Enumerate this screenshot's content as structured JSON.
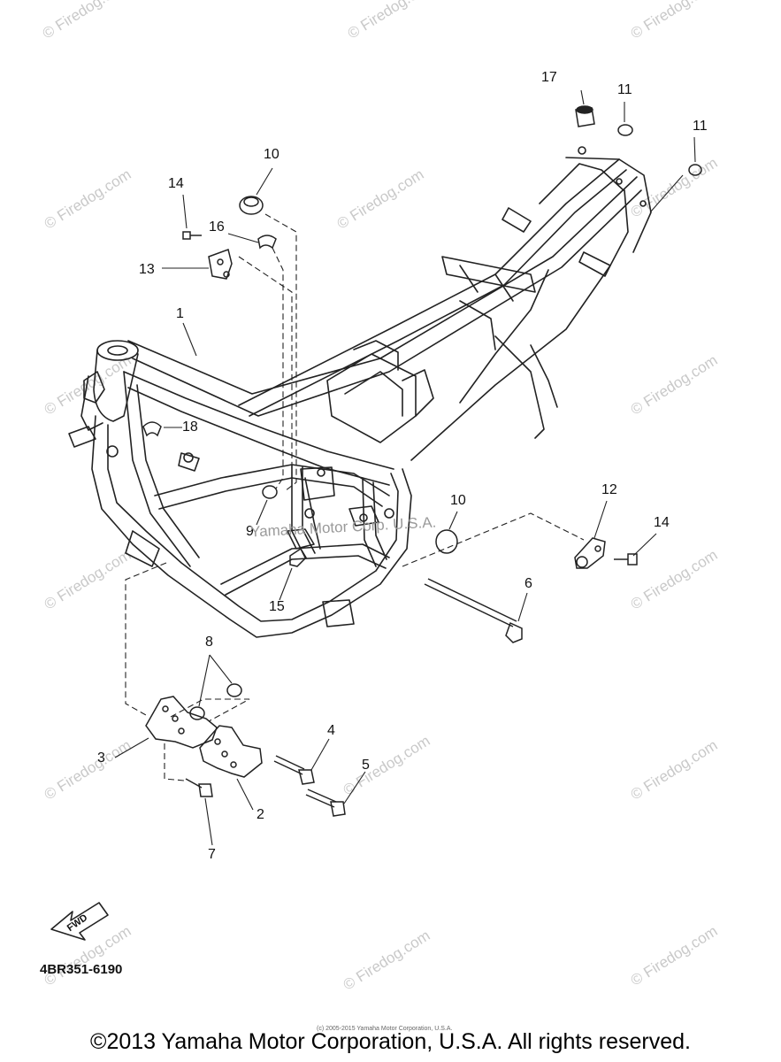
{
  "watermark_text": "© Firedog.com",
  "center_watermark": "Yamaha Motor Corp. U.S.A.",
  "callouts": [
    {
      "id": "17",
      "label": "17"
    },
    {
      "id": "11a",
      "label": "11"
    },
    {
      "id": "11b",
      "label": "11"
    },
    {
      "id": "10a",
      "label": "10"
    },
    {
      "id": "14a",
      "label": "14"
    },
    {
      "id": "16",
      "label": "16"
    },
    {
      "id": "13",
      "label": "13"
    },
    {
      "id": "1",
      "label": "1"
    },
    {
      "id": "18",
      "label": "18"
    },
    {
      "id": "9",
      "label": "9"
    },
    {
      "id": "10b",
      "label": "10"
    },
    {
      "id": "12",
      "label": "12"
    },
    {
      "id": "14b",
      "label": "14"
    },
    {
      "id": "15",
      "label": "15"
    },
    {
      "id": "6",
      "label": "6"
    },
    {
      "id": "8",
      "label": "8"
    },
    {
      "id": "4",
      "label": "4"
    },
    {
      "id": "3",
      "label": "3"
    },
    {
      "id": "5",
      "label": "5"
    },
    {
      "id": "2",
      "label": "2"
    },
    {
      "id": "7",
      "label": "7"
    }
  ],
  "fwd_label": "FWD",
  "part_code": "4BR351-6190",
  "small_credit": "(c) 2005-2015 Yamaha Motor Corporation, U.S.A.",
  "copyright": "©2013 Yamaha Motor Corporation, U.S.A. All rights reserved.",
  "colors": {
    "line": "#222222",
    "watermark": "#c9c9c9",
    "background": "#ffffff"
  }
}
